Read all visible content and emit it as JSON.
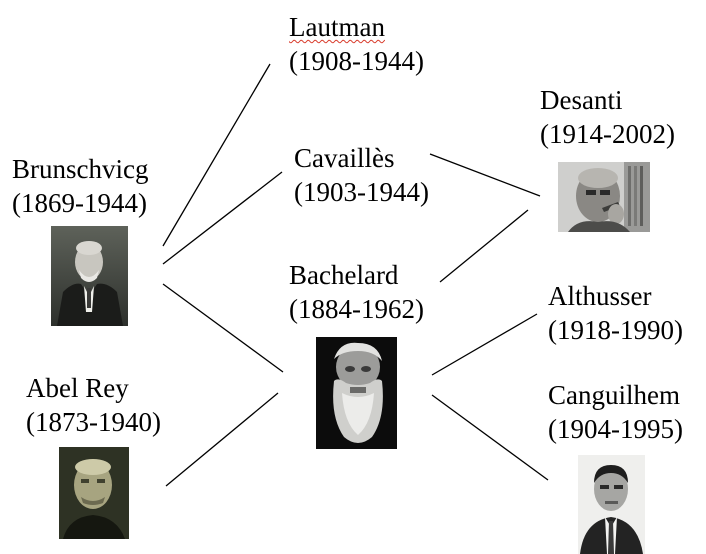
{
  "people": {
    "lautman": {
      "name": "Lautman",
      "years": "(1908-1944)"
    },
    "brunschvicg": {
      "name": "Brunschvicg",
      "years": "(1869-1944)"
    },
    "cavailles": {
      "name": "Cavaillès",
      "years": "(1903-1944)"
    },
    "desanti": {
      "name": "Desanti",
      "years": "(1914-2002)"
    },
    "bachelard": {
      "name": "Bachelard",
      "years": "(1884-1962)"
    },
    "althusser": {
      "name": "Althusser",
      "years": "(1918-1990)"
    },
    "abel_rey": {
      "name": "Abel Rey",
      "years": "(1873-1940)"
    },
    "canguilhem": {
      "name": "Canguilhem",
      "years": "(1904-1995)"
    }
  },
  "edges": [
    {
      "from": "Brunschvicg",
      "to": "Lautman"
    },
    {
      "from": "Brunschvicg",
      "to": "Cavaillès"
    },
    {
      "from": "Brunschvicg",
      "to": "Bachelard"
    },
    {
      "from": "Cavaillès",
      "to": "Desanti"
    },
    {
      "from": "Bachelard",
      "to": "Desanti"
    },
    {
      "from": "Abel Rey",
      "to": "Bachelard"
    },
    {
      "from": "Bachelard",
      "to": "Althusser"
    },
    {
      "from": "Bachelard",
      "to": "Canguilhem"
    }
  ]
}
